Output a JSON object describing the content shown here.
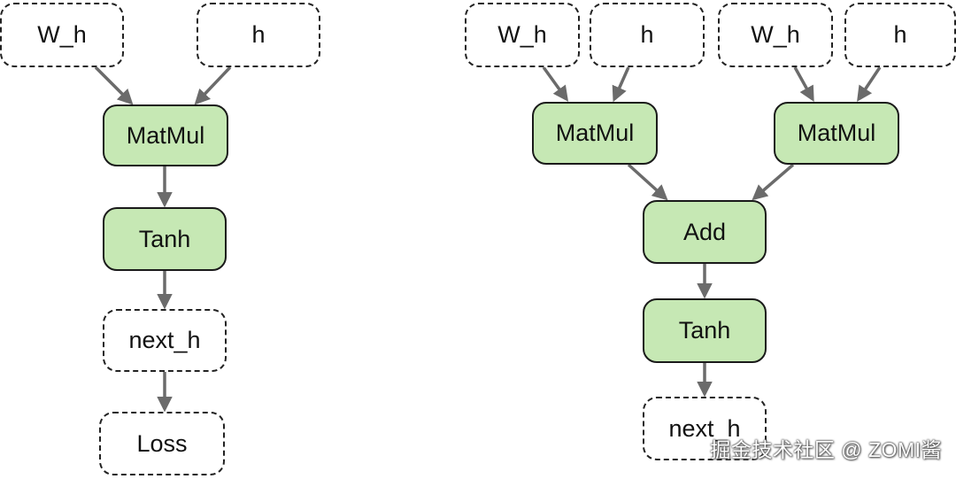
{
  "left_graph": {
    "w_h": "W_h",
    "h": "h",
    "matmul": "MatMul",
    "tanh": "Tanh",
    "next_h": "next_h",
    "loss": "Loss"
  },
  "right_graph": {
    "w_h_1": "W_h",
    "h_1": "h",
    "w_h_2": "W_h",
    "h_2": "h",
    "matmul_1": "MatMul",
    "matmul_2": "MatMul",
    "add": "Add",
    "tanh": "Tanh",
    "next_h": "next_h"
  },
  "watermark": "掘金技术社区 @ ZOMI酱",
  "colors": {
    "op_fill": "#c6e8b4",
    "edge": "#6b6b6b",
    "border": "#1a1a1a"
  }
}
